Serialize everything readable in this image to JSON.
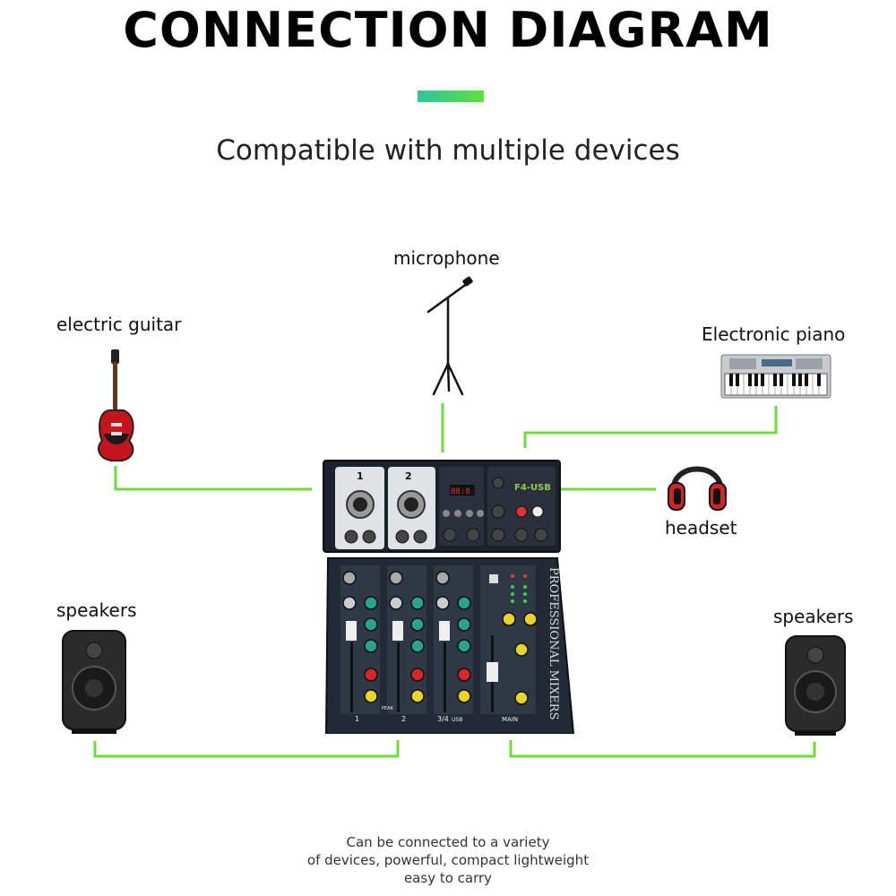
{
  "title": "CONNECTION DIAGRAM",
  "subtitle": "Compatible with multiple devices",
  "colors": {
    "wire": "#6ddc3a",
    "accent_start": "#2fc3a2",
    "accent_end": "#5fe03a",
    "mixer_body": "#1f2530"
  },
  "devices": {
    "microphone": "microphone",
    "electric_guitar": "electric guitar",
    "electronic_piano": "Electronic piano",
    "headset": "headset",
    "speakers_left": "speakers",
    "speakers_right": "speakers"
  },
  "mixer": {
    "model": "F4-USB",
    "brand_text": "PROFESSIONAL MIXERS",
    "channel_1": "1",
    "channel_2": "2",
    "channel_34": "3/4",
    "usb": "USB",
    "main": "MAIN",
    "peak": "PEAK"
  },
  "caption": {
    "line1": "Can be connected to a variety",
    "line2": "of devices, powerful, compact lightweight",
    "line3": "easy to carry"
  }
}
